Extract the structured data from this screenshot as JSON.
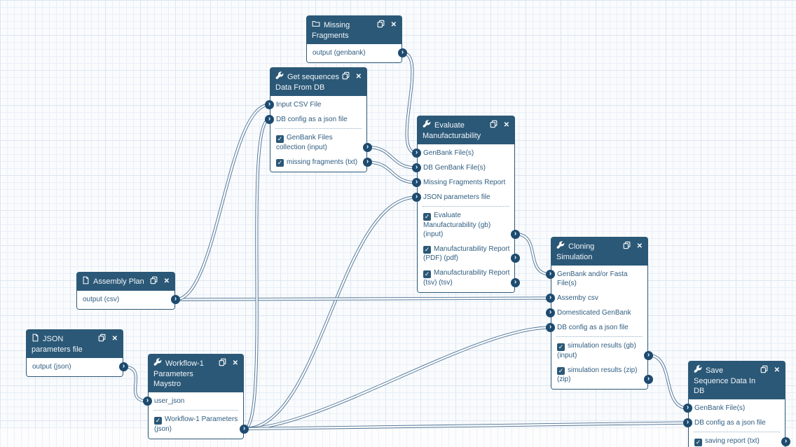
{
  "icons": {
    "close": "✕",
    "chevron": "›",
    "check": "✓"
  },
  "colors": {
    "header_bg": "#2b5877",
    "node_border": "#2b5877",
    "body_text": "#2f5d80",
    "port_bg": "#1d4b70",
    "edge": "#4f7192",
    "grid_minor": "#eaf0f7",
    "grid_major": "#dde6f0"
  },
  "nodes": {
    "missing_fragments": {
      "title": "Missing Fragments",
      "icon": "folder",
      "inputs": [],
      "outputs": [
        {
          "label": "output (genbank)",
          "checkbox": false
        }
      ]
    },
    "get_sequences": {
      "title": "Get sequences Data From DB",
      "icon": "wrench",
      "inputs": [
        {
          "label": "Input CSV File"
        },
        {
          "label": "DB config as a json file"
        }
      ],
      "outputs": [
        {
          "label": "GenBank Files collection (input)",
          "checkbox": true
        },
        {
          "label": "missing fragments (txt)",
          "checkbox": true
        }
      ]
    },
    "evaluate": {
      "title": "Evaluate Manufacturability",
      "icon": "wrench",
      "inputs": [
        {
          "label": "GenBank File(s)"
        },
        {
          "label": "DB GenBank File(s)"
        },
        {
          "label": "Missing Fragments Report"
        },
        {
          "label": "JSON parameters file"
        }
      ],
      "outputs": [
        {
          "label": "Evaluate Manufacturability (gb) (input)",
          "checkbox": true
        },
        {
          "label": "Manufacturability Report (PDF) (pdf)",
          "checkbox": true
        },
        {
          "label": "Manufacturability Report (tsv) (tsv)",
          "checkbox": true
        }
      ]
    },
    "cloning": {
      "title": "Cloning Simulation",
      "icon": "wrench",
      "inputs": [
        {
          "label": "GenBank and/or Fasta File(s)"
        },
        {
          "label": "Assemby csv"
        },
        {
          "label": "Domesticated GenBank"
        },
        {
          "label": "DB config as a json file"
        }
      ],
      "outputs": [
        {
          "label": "simulation results (gb) (input)",
          "checkbox": true
        },
        {
          "label": "simulation results (zip) (zip)",
          "checkbox": true
        }
      ]
    },
    "assembly_plan": {
      "title": "Assembly Plan",
      "icon": "file",
      "inputs": [],
      "outputs": [
        {
          "label": "output (csv)",
          "checkbox": false
        }
      ]
    },
    "json_params": {
      "title": "JSON parameters file",
      "icon": "file",
      "inputs": [],
      "outputs": [
        {
          "label": "output (json)",
          "checkbox": false
        }
      ]
    },
    "workflow1": {
      "title": "Workflow-1 Parameters Maystro",
      "icon": "wrench",
      "inputs": [
        {
          "label": "user_json"
        }
      ],
      "outputs": [
        {
          "label": "Workflow-1 Parameters (json)",
          "checkbox": true
        }
      ]
    },
    "save_sequence": {
      "title": "Save Sequence Data In DB",
      "icon": "wrench",
      "inputs": [
        {
          "label": "GenBank File(s)"
        },
        {
          "label": "DB config as a json file"
        }
      ],
      "outputs": [
        {
          "label": "saving report (txt)",
          "checkbox": true
        }
      ]
    }
  },
  "edges": [
    {
      "from": "missing_fragments:out:0",
      "to": "evaluate:in:0"
    },
    {
      "from": "get_sequences:out:0",
      "to": "evaluate:in:1"
    },
    {
      "from": "get_sequences:out:1",
      "to": "evaluate:in:2"
    },
    {
      "from": "workflow1:out:0",
      "to": "evaluate:in:3"
    },
    {
      "from": "evaluate:out:0",
      "to": "cloning:in:0"
    },
    {
      "from": "assembly_plan:out:0",
      "to": "cloning:in:1"
    },
    {
      "from": "workflow1:out:0",
      "to": "cloning:in:3"
    },
    {
      "from": "assembly_plan:out:0",
      "to": "get_sequences:in:0"
    },
    {
      "from": "workflow1:out:0",
      "to": "get_sequences:in:1"
    },
    {
      "from": "cloning:out:0",
      "to": "save_sequence:in:0"
    },
    {
      "from": "workflow1:out:0",
      "to": "save_sequence:in:1"
    },
    {
      "from": "json_params:out:0",
      "to": "workflow1:in:0"
    }
  ]
}
